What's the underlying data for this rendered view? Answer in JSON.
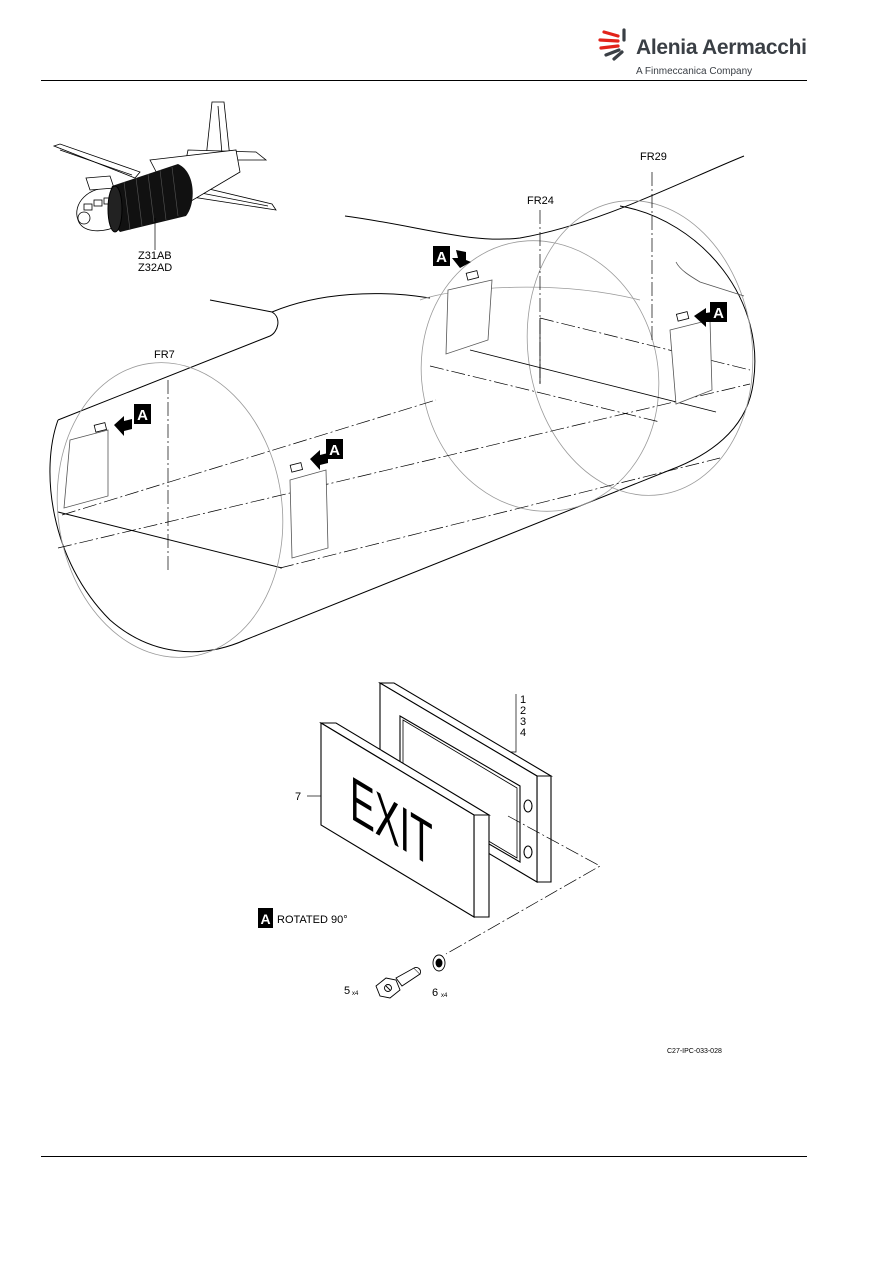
{
  "header": {
    "brand_name": "Alenia Aermacchi",
    "brand_tagline": "A Finmeccanica Company"
  },
  "zones": {
    "zone_1": "Z31AB",
    "zone_2": "Z32AD"
  },
  "frames": {
    "fr7": "FR7",
    "fr24": "FR24",
    "fr29": "FR29"
  },
  "view_marker": "A",
  "exit_sign": {
    "text": "EXIT",
    "rotated_label": "ROTATED 90°"
  },
  "callouts": {
    "item_1": "1",
    "item_2": "2",
    "item_3": "3",
    "item_4": "4",
    "item_5": "5",
    "item_6": "6",
    "item_7": "7",
    "qty_5": "x4",
    "qty_6": "x4"
  },
  "figure_code": "C27-IPC-033-028",
  "colors": {
    "brand_accent": "#e2231a",
    "brand_text": "#3a3f45",
    "line": "#000000",
    "hidden_line": "#9a9a9a"
  }
}
